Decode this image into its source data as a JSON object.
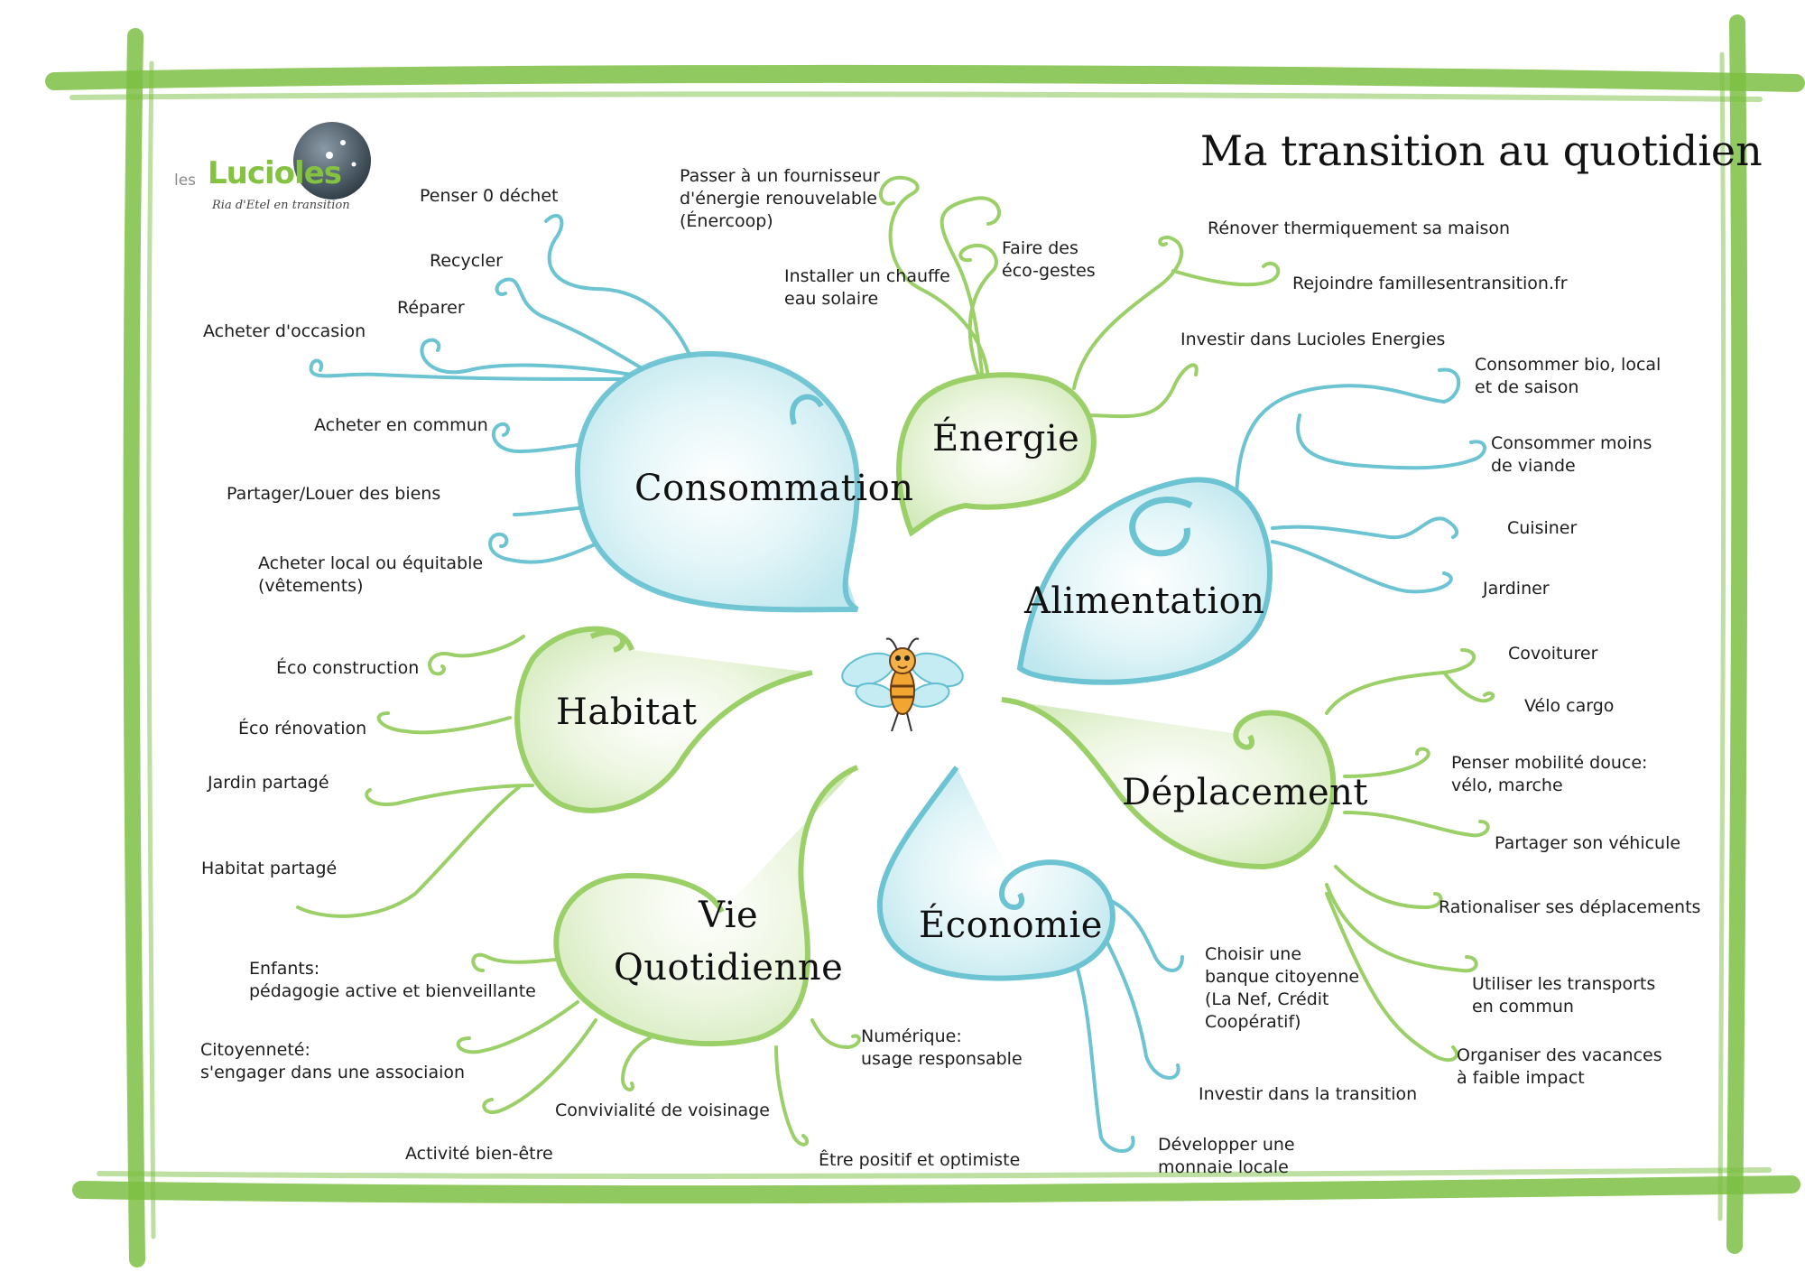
{
  "title": "Ma transition au quotidien",
  "logo": {
    "prefix": "les",
    "name": "Lucioles",
    "tagline": "Ria d'Etel en transition"
  },
  "colors": {
    "frame": "#7cc043",
    "blue": "#5fbfd0",
    "blue_fill": "#d6f1f5",
    "green": "#8bc855",
    "green_fill": "#e6f3d6"
  },
  "hubs": {
    "consommation": [
      "Consommation"
    ],
    "energie": [
      "Énergie"
    ],
    "alimentation": [
      "Alimentation"
    ],
    "habitat": [
      "Habitat"
    ],
    "deplacement": [
      "Déplacement"
    ],
    "vie": [
      "Vie",
      "Quotidienne"
    ],
    "economie": [
      "Économie"
    ]
  },
  "leaves": {
    "penser_zero_dechet": [
      "Penser 0 déchet"
    ],
    "recycler": [
      "Recycler"
    ],
    "reparer": [
      "Réparer"
    ],
    "acheter_occasion": [
      "Acheter d'occasion"
    ],
    "acheter_commun": [
      "Acheter en commun"
    ],
    "partager_louer": [
      "Partager/Louer des biens"
    ],
    "acheter_local": [
      "Acheter local ou équitable",
      "(vêtements)"
    ],
    "fournisseur": [
      "Passer à un fournisseur",
      "d'énergie renouvelable",
      "(Énercoop)"
    ],
    "chauffe_eau": [
      "Installer un chauffe",
      "eau solaire"
    ],
    "eco_gestes": [
      "Faire des",
      "éco-gestes"
    ],
    "renover": [
      "Rénover thermiquement sa maison"
    ],
    "rejoindre": [
      "Rejoindre famillesentransition.fr"
    ],
    "investir_lucioles": [
      "Investir dans Lucioles Energies"
    ],
    "bio_local": [
      "Consommer bio, local",
      "et de saison"
    ],
    "moins_viande": [
      "Consommer moins",
      "de viande"
    ],
    "cuisiner": [
      "Cuisiner"
    ],
    "jardiner": [
      "Jardiner"
    ],
    "eco_construction": [
      "Éco construction"
    ],
    "eco_renovation": [
      "Éco rénovation"
    ],
    "jardin_partage": [
      "Jardin partagé"
    ],
    "habitat_partage": [
      "Habitat partagé"
    ],
    "covoiturer": [
      "Covoiturer"
    ],
    "velo_cargo": [
      "Vélo cargo"
    ],
    "mobilite_douce": [
      "Penser mobilité douce:",
      "vélo, marche"
    ],
    "partager_vehicule": [
      "Partager son véhicule"
    ],
    "rationaliser": [
      "Rationaliser ses déplacements"
    ],
    "transports_commun": [
      "Utiliser les transports",
      "en commun"
    ],
    "vacances": [
      "Organiser des vacances",
      "à faible impact"
    ],
    "banque": [
      "Choisir une",
      "banque citoyenne",
      "(La Nef, Crédit",
      "Coopératif)"
    ],
    "investir_transition": [
      "Investir dans la transition"
    ],
    "monnaie": [
      "Développer une",
      "monnaie locale"
    ],
    "enfants": [
      "Enfants:",
      "pédagogie active et bienveillante"
    ],
    "citoyennete": [
      "Citoyenneté:",
      "s'engager dans une associaion"
    ],
    "activite": [
      "Activité bien-être"
    ],
    "convivialite": [
      "Convivialité de voisinage"
    ],
    "positif": [
      "Être positif et optimiste"
    ],
    "numerique": [
      "Numérique:",
      "usage responsable"
    ]
  }
}
